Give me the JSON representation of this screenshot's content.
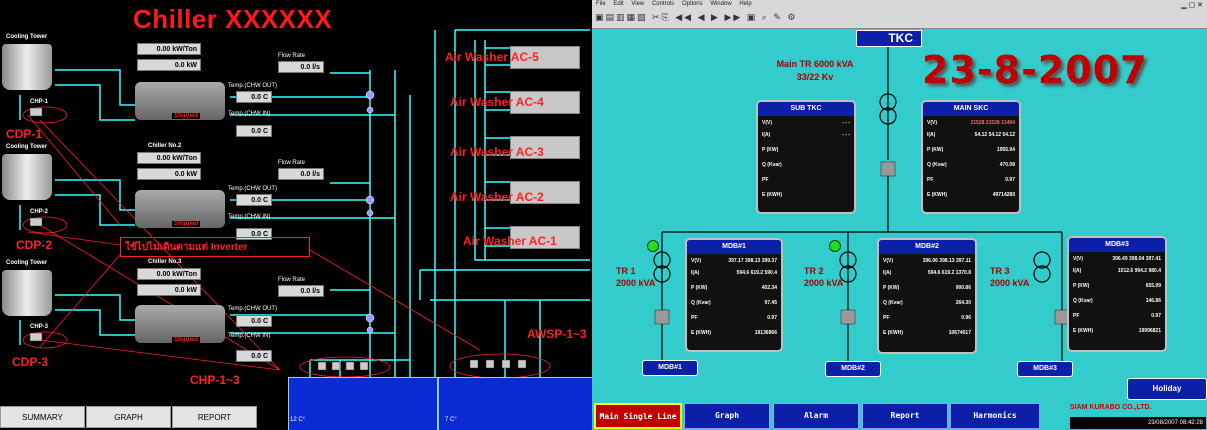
{
  "left": {
    "title": "Chiller XXXXXX",
    "cooling_tower_label": "Cooling Tower",
    "chillers": [
      {
        "name": "",
        "kw_ton": "0.00 kW/Ton",
        "kw": "0.0 kW",
        "flow_label": "Flow Rate",
        "flow": "0.0 l/s",
        "temp_out_label": "Temp.(CHW OUT)",
        "temp_out": "0.0 C",
        "temp_in_label": "Temp.(CHW IN)",
        "temp_in": "0.0 C",
        "status": "Stopped",
        "cdp": "CDP-1",
        "chp": "CHP-1"
      },
      {
        "name": "Chiller No.2",
        "kw_ton": "0.00 kW/Ton",
        "kw": "0.0 kW",
        "flow_label": "Flow Rate",
        "flow": "0.0 l/s",
        "temp_out_label": "Temp.(CHW OUT)",
        "temp_out": "0.0 C",
        "temp_in_label": "Temp.(CHW IN)",
        "temp_in": "0.0 C",
        "status": "Stopped",
        "cdp": "CDP-2",
        "chp": "CHP-2"
      },
      {
        "name": "Chiller No.3",
        "kw_ton": "0.00 kW/Ton",
        "kw": "0.0 kW",
        "flow_label": "Flow Rate",
        "flow": "0.0 l/s",
        "temp_out_label": "Temp.(CHW OUT)",
        "temp_out": "0.0 C",
        "temp_in_label": "Temp.(CHW IN)",
        "temp_in": "0.0 C",
        "status": "Stopped",
        "cdp": "CDP-3",
        "chp": "CHP-3"
      }
    ],
    "inverter_text": "ใช้ไปไม่เดินตามแต่ Inverter",
    "ahus": [
      "Air Washer AC-5",
      "Air Washer AC-4",
      "Air Washer AC-3",
      "Air Washer AC-2",
      "Air Washer AC-1"
    ],
    "chp_all": "CHP-1~3",
    "awsp_all": "AWSP-1~3",
    "tank_left_temp": "12 C°",
    "tank_right_temp": "7 C°",
    "buttons": {
      "summary": "SUMMARY",
      "graph": "GRAPH",
      "report": "REPORT"
    }
  },
  "right": {
    "menu": [
      "File",
      "Edit",
      "View",
      "Controls",
      "Options",
      "Window",
      "Help"
    ],
    "tkc": "TKC",
    "main_tr": "Main TR 6000 kVA",
    "voltage": "33/22 Kv",
    "date": "23-8-2007",
    "sub_tkc": {
      "title": "SUB TKC",
      "rows": [
        {
          "k": "V(V)",
          "v": "- - -"
        },
        {
          "k": "I(A)",
          "v": "- - -"
        },
        {
          "k": "P (KW)",
          "v": ""
        },
        {
          "k": "Q (Kvar)",
          "v": ""
        },
        {
          "k": "PF",
          "v": ""
        },
        {
          "k": "E (KWH)",
          "v": ""
        }
      ]
    },
    "main_skc": {
      "title": "MAIN SKC",
      "rows": [
        {
          "k": "V(V)",
          "v": "21528 21528 21494"
        },
        {
          "k": "I(A)",
          "v": "54.12 54.12 54.12"
        },
        {
          "k": "P (KW)",
          "v": "1955.94"
        },
        {
          "k": "Q (Kvar)",
          "v": "470.08"
        },
        {
          "k": "PF",
          "v": "0.97"
        },
        {
          "k": "E (KWH)",
          "v": "49714289"
        }
      ]
    },
    "mdbs": [
      {
        "title": "MDB#1",
        "tr": "TR 1",
        "kva": "2000 kVA",
        "rows": [
          {
            "k": "V(V)",
            "v": "397.17 398.13 399.37"
          },
          {
            "k": "I(A)",
            "v": "594.6 619.2 590.4"
          },
          {
            "k": "P (KW)",
            "v": "402.34"
          },
          {
            "k": "Q (Kvar)",
            "v": "97.45"
          },
          {
            "k": "PF",
            "v": "0.97"
          },
          {
            "k": "E (KWH)",
            "v": "19136966"
          }
        ],
        "btn": "MDB#1"
      },
      {
        "title": "MDB#2",
        "tr": "TR 2",
        "kva": "2000 kVA",
        "rows": [
          {
            "k": "V(V)",
            "v": "396.06 398.13 397.11"
          },
          {
            "k": "I(A)",
            "v": "594.6 619.2 1370.8"
          },
          {
            "k": "P (KW)",
            "v": "900.86"
          },
          {
            "k": "Q (Kvar)",
            "v": "264.30"
          },
          {
            "k": "PF",
            "v": "0.96"
          },
          {
            "k": "E (KWH)",
            "v": "10674017"
          }
        ],
        "btn": "MDB#2"
      },
      {
        "title": "MDB#3",
        "tr": "TR 3",
        "kva": "2000 kVA",
        "rows": [
          {
            "k": "V(V)",
            "v": "396.49 398.04 397.41"
          },
          {
            "k": "I(A)",
            "v": "1012.6 994.2 980.4"
          },
          {
            "k": "P (KW)",
            "v": "655.99"
          },
          {
            "k": "Q (Kvar)",
            "v": "146.86"
          },
          {
            "k": "PF",
            "v": "0.97"
          },
          {
            "k": "E (KWH)",
            "v": "19996821"
          }
        ],
        "btn": "MDB#3"
      }
    ],
    "holiday": "Holiday",
    "nav": [
      "Main Single Line",
      "Graph",
      "Alarm",
      "Report",
      "Harmonics"
    ],
    "company": "SIAM KURABO CO.,LTD.",
    "status": "23/08/2007 08:42:28"
  }
}
